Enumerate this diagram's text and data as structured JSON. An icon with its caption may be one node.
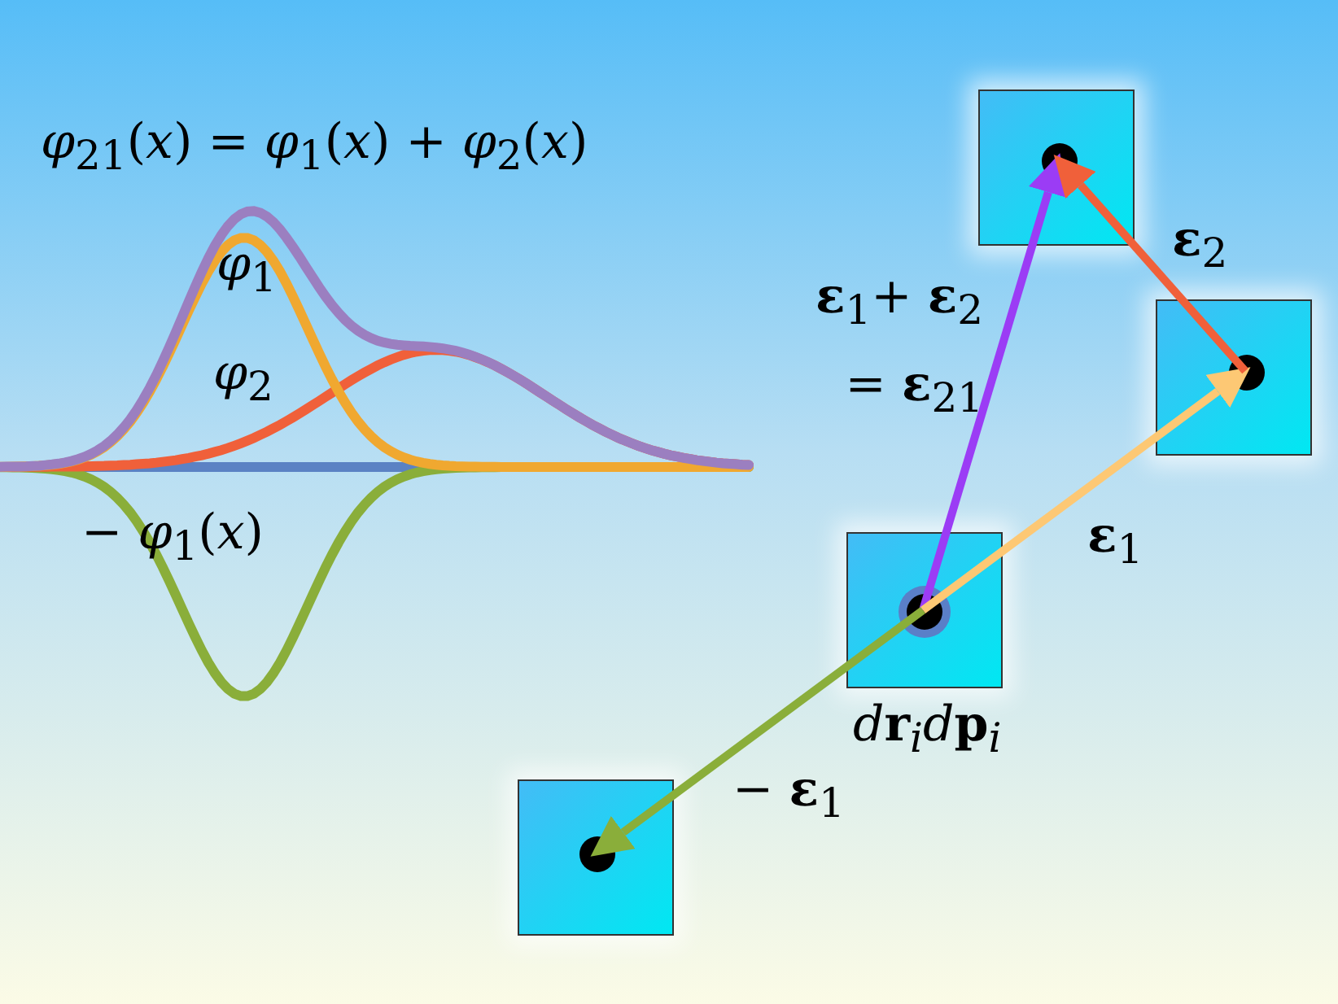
{
  "diagram": {
    "nodes": [
      {
        "text": [],
        "shape": "box"
      },
      {
        "text": [],
        "shape": "box"
      },
      {
        "text": [],
        "shape": "box",
        "beside": [
          "d**r**$_{i}$d**p**$_{i}$"
        ]
      },
      {
        "text": [],
        "shape": "box"
      }
    ],
    "edges": [
      {
        "from": 2,
        "to": 0,
        "arrow": "to",
        "color": "#9b3cf5",
        "label": "**ε**$_{1}$+ **ε**$_{2}$ = **ε**$_{21}$"
      },
      {
        "from": 2,
        "to": 1,
        "arrow": "to",
        "color": "#fdc874",
        "label": "**ε**$_{1}$"
      },
      {
        "from": 1,
        "to": 0,
        "arrow": "to",
        "color": "#f0603a",
        "label": "**ε**$_{2}$"
      },
      {
        "from": 2,
        "to": 3,
        "arrow": "to",
        "color": "#8aae3a",
        "label": "− **ε**$_{1}$"
      }
    ],
    "labels": [
      "*φ*$_{21}$(*x*) = *φ*$_{1}$(*x*) + *φ*$_{2}$(*x*)",
      "*φ*$_{1}$",
      "*φ*$_{2}$",
      "− *φ*$_{1}$(*x*)"
    ]
  }
}
